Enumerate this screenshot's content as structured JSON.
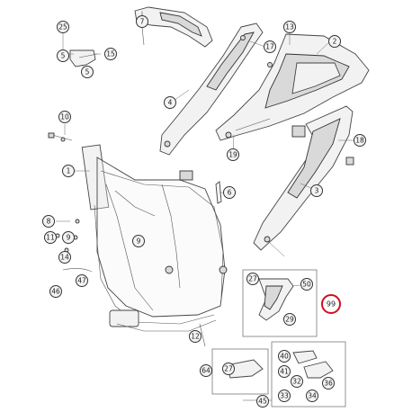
{
  "callouts": {
    "c25": "25",
    "c7": "7",
    "c2": "2",
    "c17": "17",
    "c13": "13",
    "c5": "5",
    "c15": "15",
    "c4": "4",
    "c10": "10",
    "c18": "18",
    "c19": "19",
    "c1": "1",
    "c6": "6",
    "c3": "3",
    "c8": "8",
    "c11": "11",
    "c9": "9",
    "c14": "14",
    "c47": "47",
    "c46": "46",
    "c27a": "27",
    "c50": "50",
    "c99": "99",
    "c29": "29",
    "c12": "12",
    "c64": "64",
    "c27b": "27",
    "c40": "40",
    "c41": "41",
    "c32": "32",
    "c33": "33",
    "c36": "36",
    "c34": "34",
    "c45": "45"
  },
  "highlight_color": "#d0101a"
}
